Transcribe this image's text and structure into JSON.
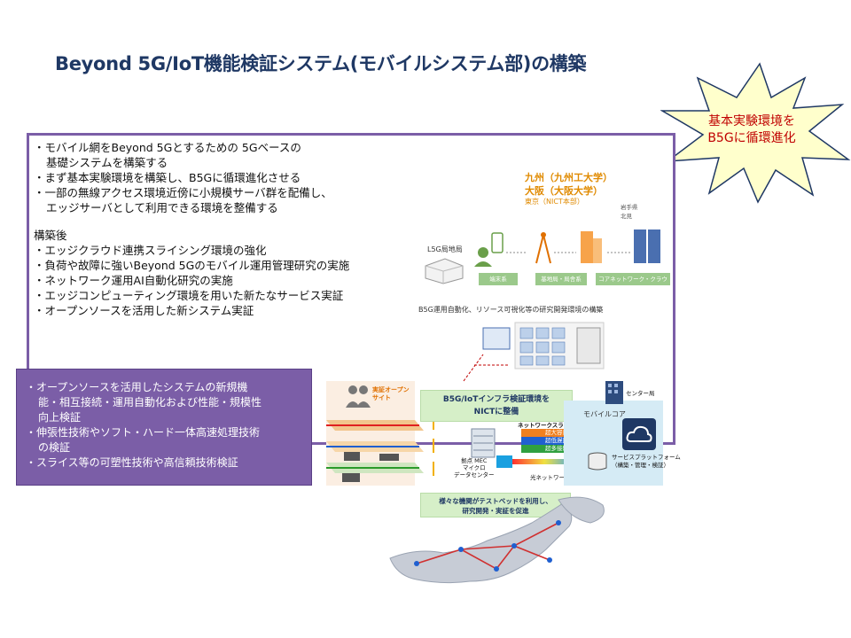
{
  "title": "Beyond 5G/IoT機能検証システム(モバイルシステム部)の構築",
  "star": {
    "text": "基本実験環境を\nB5Gに循環進化"
  },
  "main_bullets": [
    "モバイル網をBeyond 5Gとするための 5Gベースの\n基礎システムを構築する",
    "まず基本実験環境を構築し、B5Gに循環進化させる",
    "一部の無線アクセス環境近傍に小規模サーバ群を配備し、\nエッジサーバとして利用できる環境を整備する"
  ],
  "after_heading": "構築後",
  "after_bullets": [
    "エッジクラウド連携スライシング環境の強化",
    "負荷や故障に強いBeyond 5Gのモバイル運用管理研究の実施",
    "ネットワーク運用AI自動化研究の実施",
    "エッジコンピューティング環境を用いた新たなサービス実証",
    "オープンソースを活用した新システム実証"
  ],
  "purple_bullets": [
    "オープンソースを活用したシステムの新規機\n能・相互接続・運用自動化および性能・規模性\n向上検証",
    "伸張性技術やソフト・ハード一体高速処理技術\nの検証",
    "スライス等の可塑性技術や高信頼技術検証"
  ],
  "diagram": {
    "locations": [
      "九州（九州工大学）",
      "大阪（大阪大学）",
      "東京（NICT本部）"
    ],
    "sites_small": "岩手県\n北見",
    "local5g": "L5G局地局",
    "boxes": [
      "端末系",
      "基地局・局舎系",
      "コアネットワーク・クラウド系"
    ],
    "research_caption": "B5G運用自動化、リソース可視化等の研究開発環境の構築",
    "open_site": "実証オープン\nサイト",
    "b5g_env": "B5G/IoTインフラ検証環境を\nNICTに整備",
    "center": "センター局",
    "mobile_core": "モバイルコア",
    "network_slice": "ネットワークスライス",
    "slices": [
      "超大容量",
      "超低遅延",
      "超多接続"
    ],
    "mec": "拠点 MEC\nマイクロ\nデータセンター",
    "optical": "光ネットワーク",
    "service_platform": "サービスプラットフォーム\n（構築・管理・検証）",
    "testbed": "様々な機関がテストベッドを利用し、\n研究開発・実証を促進"
  },
  "colors": {
    "title": "#1f3864",
    "frame": "#7b5ea7",
    "star_fill": "#ffffcc",
    "star_text": "#c00000"
  }
}
